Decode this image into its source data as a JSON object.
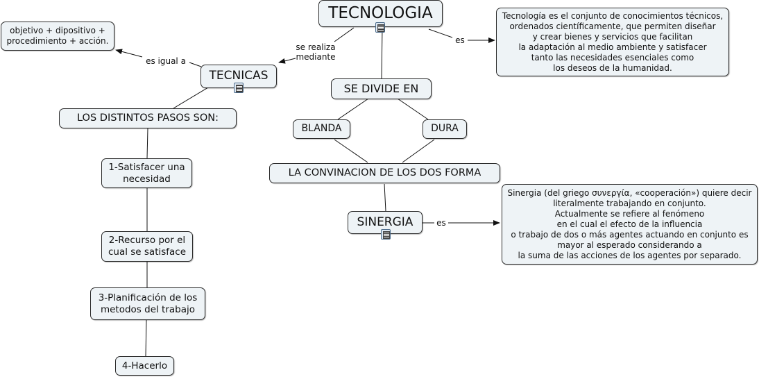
{
  "nodes": {
    "tecnologia": "TECNOLOGIA",
    "definicion_tecnologia": "Tecnología es el conjunto de conocimientos técnicos,\nordenados científicamente, que permiten diseñar\ny crear bienes y servicios que facilitan\nla adaptación al medio ambiente y satisfacer\ntanto las necesidades esenciales como\nlos deseos de la humanidad.",
    "tecnicas": "TECNICAS",
    "formula_tecnica": "objetivo + dipositivo +\nprocedimiento + acción.",
    "se_divide_en": "SE DIVIDE EN",
    "blanda": "BLANDA",
    "dura": "DURA",
    "convinacion": "LA CONVINACION DE LOS DOS FORMA",
    "sinergia": "SINERGIA",
    "definicion_sinergia": "Sinergia (del griego συνεργία, «cooperación») quiere decir\nliteralmente trabajando en conjunto.\nActualmente se refiere al fenómeno\nen el cual el efecto de la influencia\no trabajo de dos o más agentes actuando en conjunto es\nmayor al esperado considerando a\nla suma de las acciones de los agentes por separado.",
    "pasos": "LOS DISTINTOS PASOS SON:",
    "paso1": "1-Satisfacer una\nnecesidad",
    "paso2": "2-Recurso por el\ncual se satisface",
    "paso3": "3-Planificación de los\nmetodos del trabajo",
    "paso4": "4-Hacerlo"
  },
  "edge_labels": {
    "es_tecnologia": "es",
    "se_realiza_mediante": "se realiza\nmediante",
    "es_igual_a": "es igual a",
    "es_sinergia": "es"
  },
  "icons": [
    "document-icon",
    "document-icon",
    "document-icon"
  ],
  "colors": {
    "node_fill": "#eef3f6",
    "node_border": "#2b2b2b",
    "line": "#111111"
  }
}
